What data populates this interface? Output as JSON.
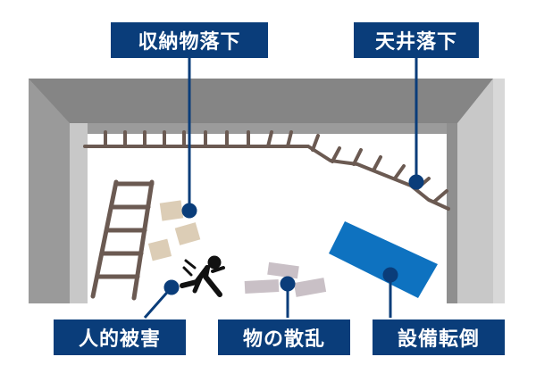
{
  "labels": {
    "storage_fall": "収納物落下",
    "ceiling_fall": "天井落下",
    "human_injury": "人的被害",
    "scattered_objects": "物の散乱",
    "equipment_toppling": "設備転倒"
  },
  "colors": {
    "label_bg": "#0a3d7a",
    "label_text": "#ffffff",
    "wall_dark": "#858585",
    "wall_light": "#c8c8c8",
    "ceiling_beam": "#6b5a52",
    "ladder": "#6b5a52",
    "box_beige": "#dccdb6",
    "debris": "#c9c0c6",
    "equipment": "#0e72c0",
    "leader_line": "#0a3d7a"
  },
  "icons": {
    "person": "falling-person-icon",
    "ladder": "ladder-icon",
    "equipment": "toppled-equipment-icon"
  }
}
